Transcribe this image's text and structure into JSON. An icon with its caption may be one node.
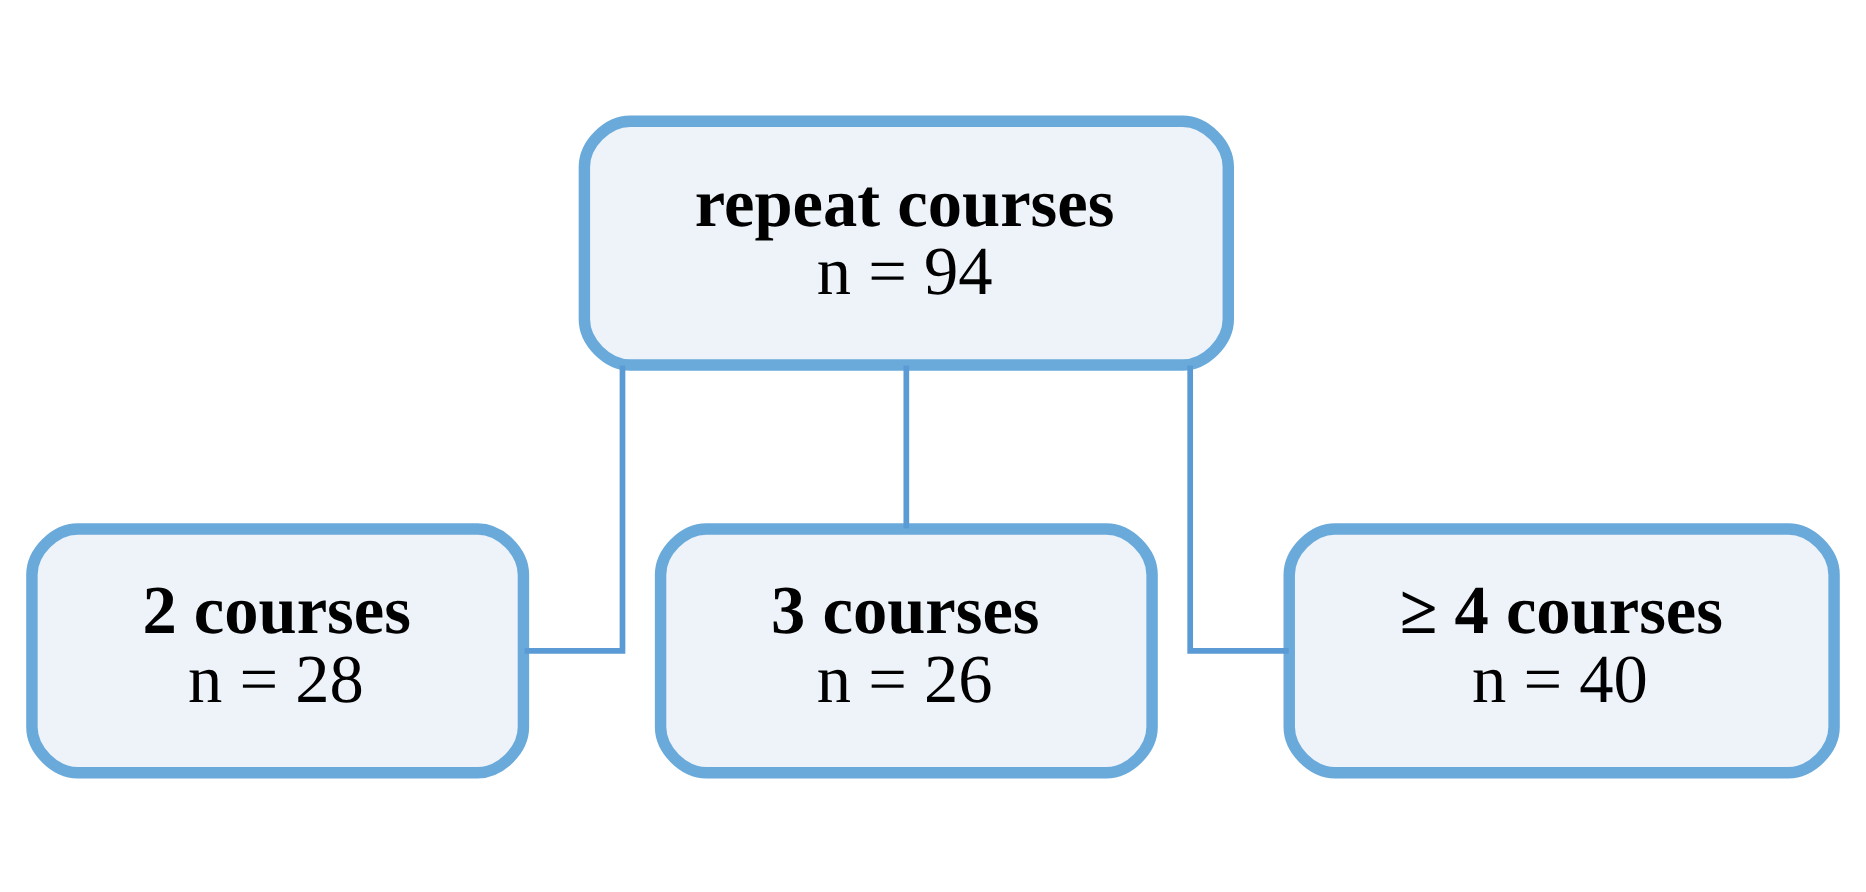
{
  "diagram": {
    "nodes": [
      {
        "text": [
          "repeat courses",
          "n = 94"
        ]
      },
      {
        "text": [
          "2 courses",
          "n = 28"
        ]
      },
      {
        "text": [
          "3 courses",
          "n = 26"
        ]
      },
      {
        "text": [
          "≥ 4 courses",
          "n = 40"
        ]
      }
    ],
    "edges": [
      {
        "from": 0,
        "to": 1,
        "arrow": "none"
      },
      {
        "from": 0,
        "to": 2,
        "arrow": "none"
      },
      {
        "from": 0,
        "to": 3,
        "arrow": "none"
      }
    ]
  }
}
